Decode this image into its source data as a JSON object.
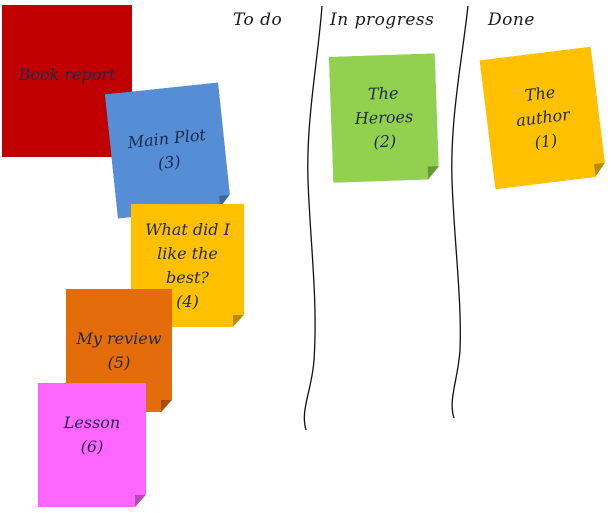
{
  "columns": {
    "todo": "To do",
    "in_progress": "In progress",
    "done": "Done"
  },
  "notes": {
    "book_report": {
      "lines": [
        "Book report"
      ],
      "color": "#c00000"
    },
    "main_plot": {
      "lines": [
        "Main Plot",
        "(3)"
      ],
      "color": "#558ed5"
    },
    "what_did_i_like": {
      "lines": [
        "What did I",
        "like the",
        "best?",
        "(4)"
      ],
      "color": "#ffc000"
    },
    "my_review": {
      "lines": [
        "My review",
        "(5)"
      ],
      "color": "#e46c0a"
    },
    "lesson": {
      "lines": [
        "Lesson",
        "(6)"
      ],
      "color": "#ff66ff"
    },
    "the_heroes": {
      "lines": [
        "The",
        "Heroes",
        "(2)"
      ],
      "color": "#92d050"
    },
    "the_author": {
      "lines": [
        "The",
        "author",
        "(1)"
      ],
      "color": "#ffc000"
    }
  }
}
